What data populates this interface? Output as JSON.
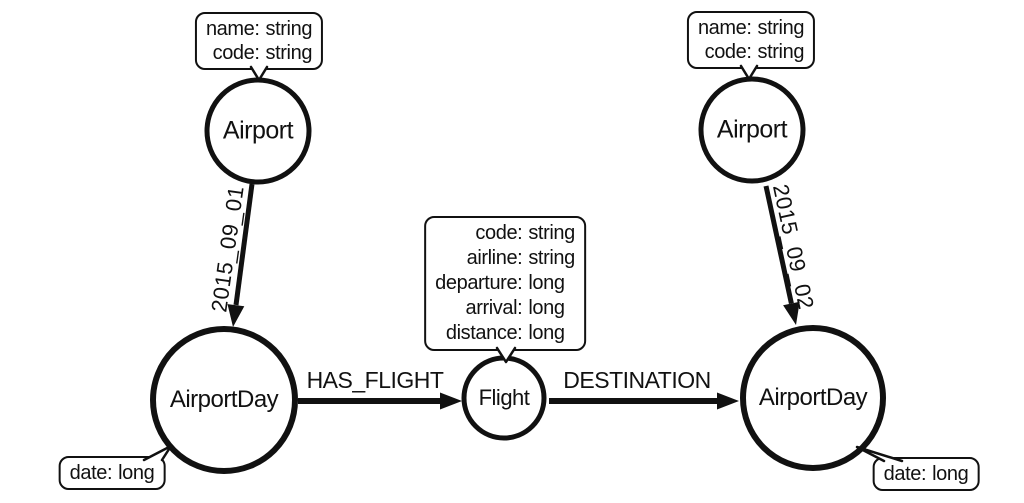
{
  "colors": {
    "stroke": "#111111",
    "background": "#ffffff"
  },
  "nodes": {
    "airport_left": {
      "label": "Airport"
    },
    "airport_right": {
      "label": "Airport"
    },
    "airportday_left": {
      "label": "AirportDay"
    },
    "airportday_right": {
      "label": "AirportDay"
    },
    "flight": {
      "label": "Flight"
    }
  },
  "edges": {
    "date_left": {
      "label": "2015_09_01"
    },
    "date_right": {
      "label": "2015_09_02"
    },
    "has_flight": {
      "label": "HAS_FLIGHT"
    },
    "destination": {
      "label": "DESTINATION"
    }
  },
  "callouts": {
    "airport_left": {
      "rows": [
        {
          "name": "name:",
          "type": "string"
        },
        {
          "name": "code:",
          "type": "string"
        }
      ]
    },
    "airport_right": {
      "rows": [
        {
          "name": "name:",
          "type": "string"
        },
        {
          "name": "code:",
          "type": "string"
        }
      ]
    },
    "flight": {
      "rows": [
        {
          "name": "code:",
          "type": "string"
        },
        {
          "name": "airline:",
          "type": "string"
        },
        {
          "name": "departure:",
          "type": "long"
        },
        {
          "name": "arrival:",
          "type": "long"
        },
        {
          "name": "distance:",
          "type": "long"
        }
      ]
    },
    "airportday_left": {
      "rows": [
        {
          "name": "date:",
          "type": "long"
        }
      ]
    },
    "airportday_right": {
      "rows": [
        {
          "name": "date:",
          "type": "long"
        }
      ]
    }
  }
}
